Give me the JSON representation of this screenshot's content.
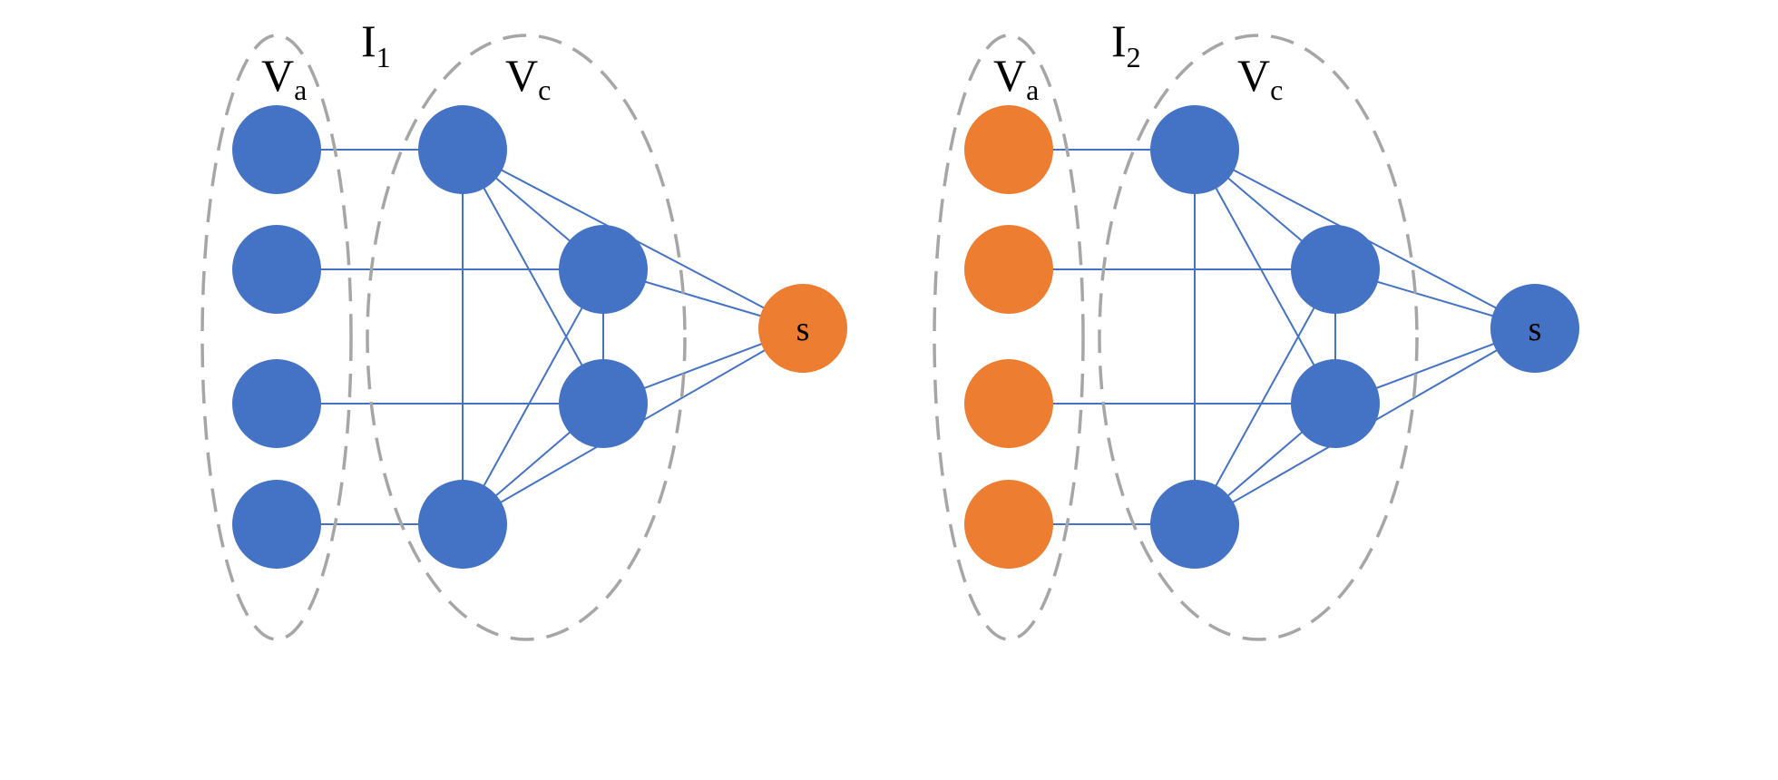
{
  "colors": {
    "blue": "#4472c4",
    "orange": "#ed7d31",
    "group_outline": "#a6a6a6",
    "edge": "#4472c4"
  },
  "panels": [
    {
      "title": {
        "main": "I",
        "sub": "1"
      },
      "group_a": {
        "main": "V",
        "sub": "a"
      },
      "group_c": {
        "main": "V",
        "sub": "c"
      },
      "a_nodes": [
        "orange-none",
        "none",
        "none",
        "none"
      ],
      "a_color": "blue",
      "c_color": "blue",
      "s_color": "orange",
      "s_label": "s"
    },
    {
      "title": {
        "main": "I",
        "sub": "2"
      },
      "group_a": {
        "main": "V",
        "sub": "a"
      },
      "group_c": {
        "main": "V",
        "sub": "c"
      },
      "a_color": "orange",
      "c_color": "blue",
      "s_color": "blue",
      "s_label": "s"
    }
  ]
}
